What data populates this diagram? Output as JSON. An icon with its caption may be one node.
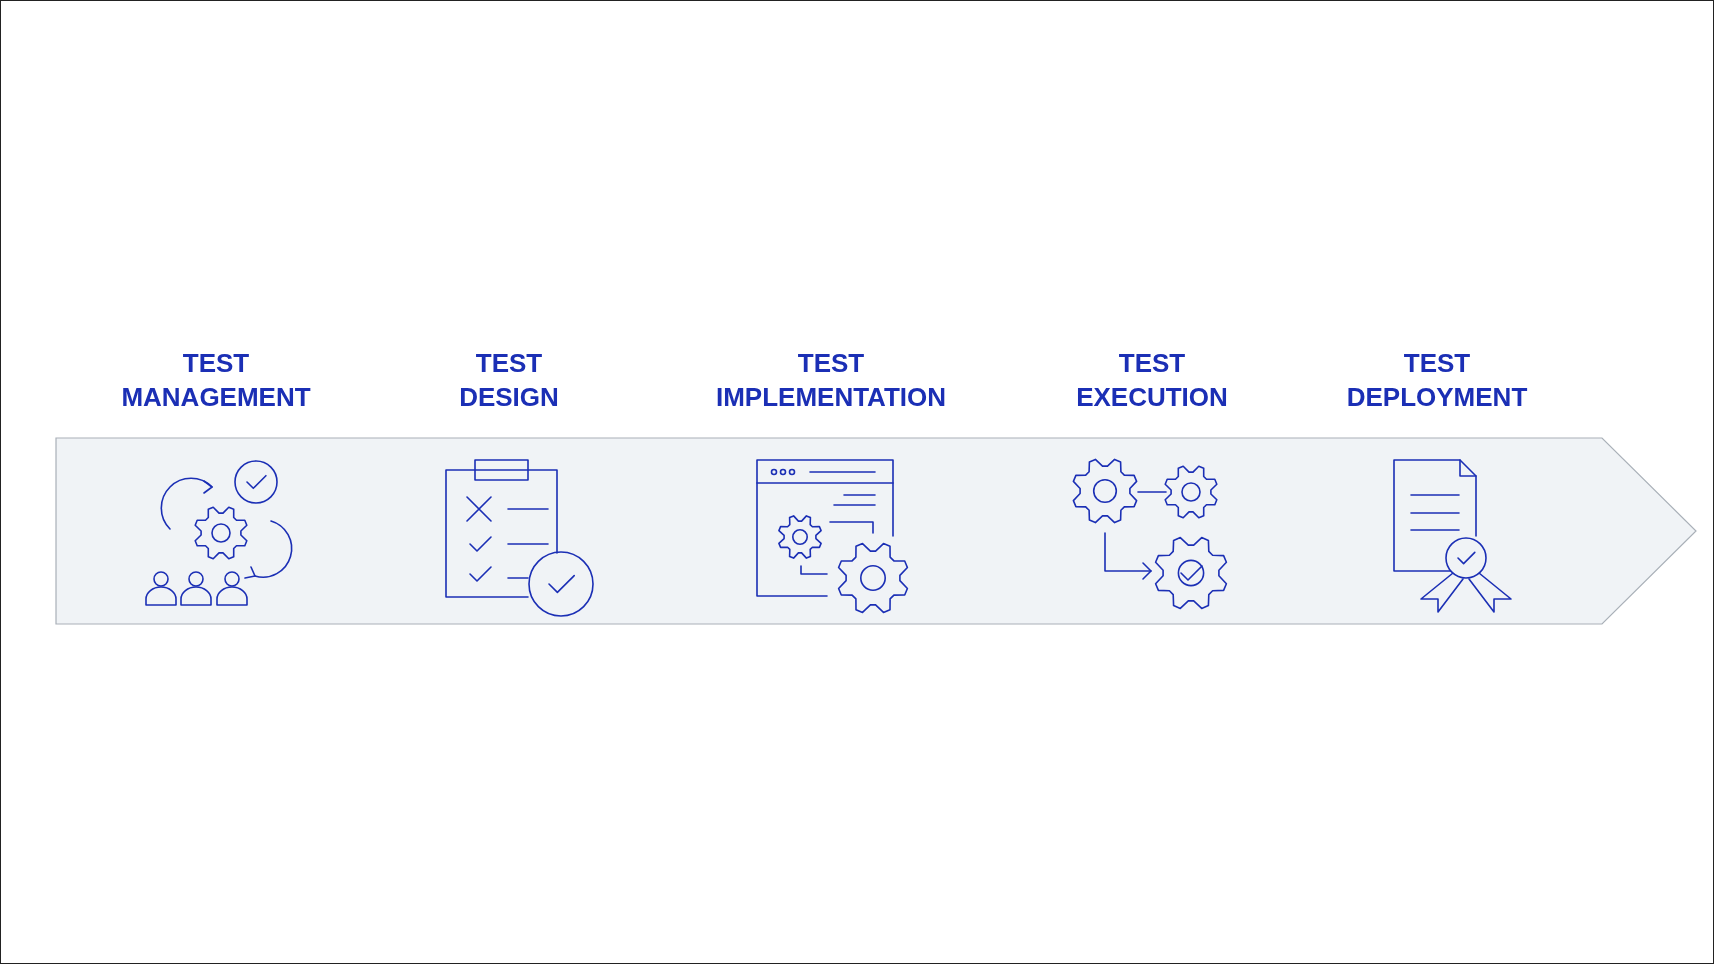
{
  "diagram": {
    "labels": [
      "TEST MANAGEMENT",
      "TEST DESIGN",
      "TEST IMPLEMENTATION",
      "TEST EXECUTION",
      "TEST DEPLOYMENT"
    ]
  }
}
